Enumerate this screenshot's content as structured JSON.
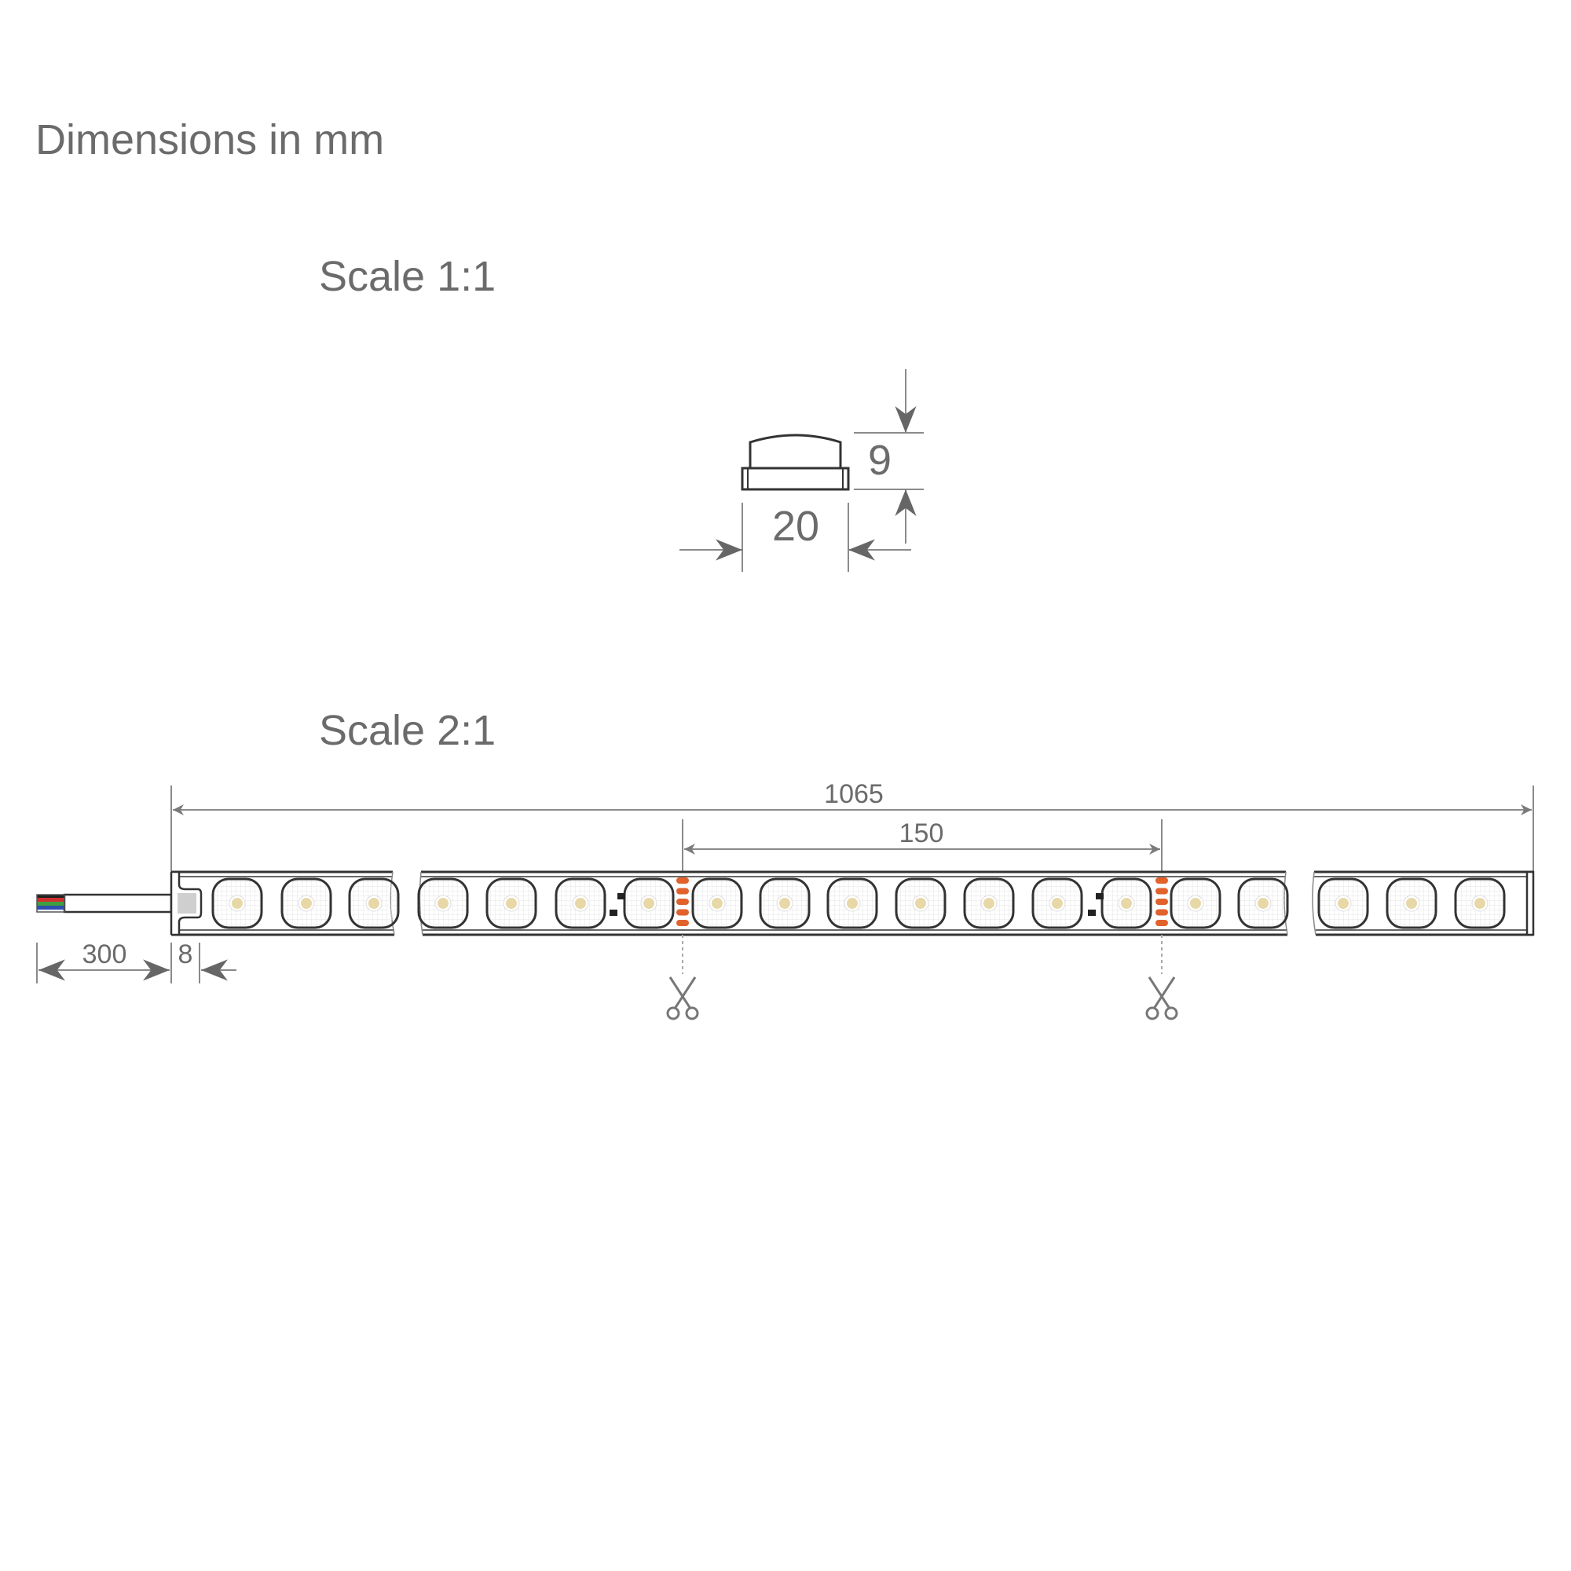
{
  "title": "Dimensions in mm",
  "section_1": {
    "label": "Scale 1:1",
    "width_dim": "20",
    "height_dim": "9"
  },
  "section_2": {
    "label": "Scale 2:1",
    "total_length_dim": "1065",
    "cut_interval_dim": "150",
    "cable_length_dim": "300",
    "end_cap_dim": "8",
    "led_count_visible": 19
  },
  "colors": {
    "text": "#6b6b6b",
    "outline": "#333333",
    "solder_pad": "#e2622c",
    "led_core": "#e8d8a8",
    "wire_colors": [
      "#222222",
      "#d03030",
      "#40a040",
      "#2f4fb0",
      "#ffffff"
    ]
  },
  "icons": {
    "cut_mark": "scissors-icon"
  }
}
